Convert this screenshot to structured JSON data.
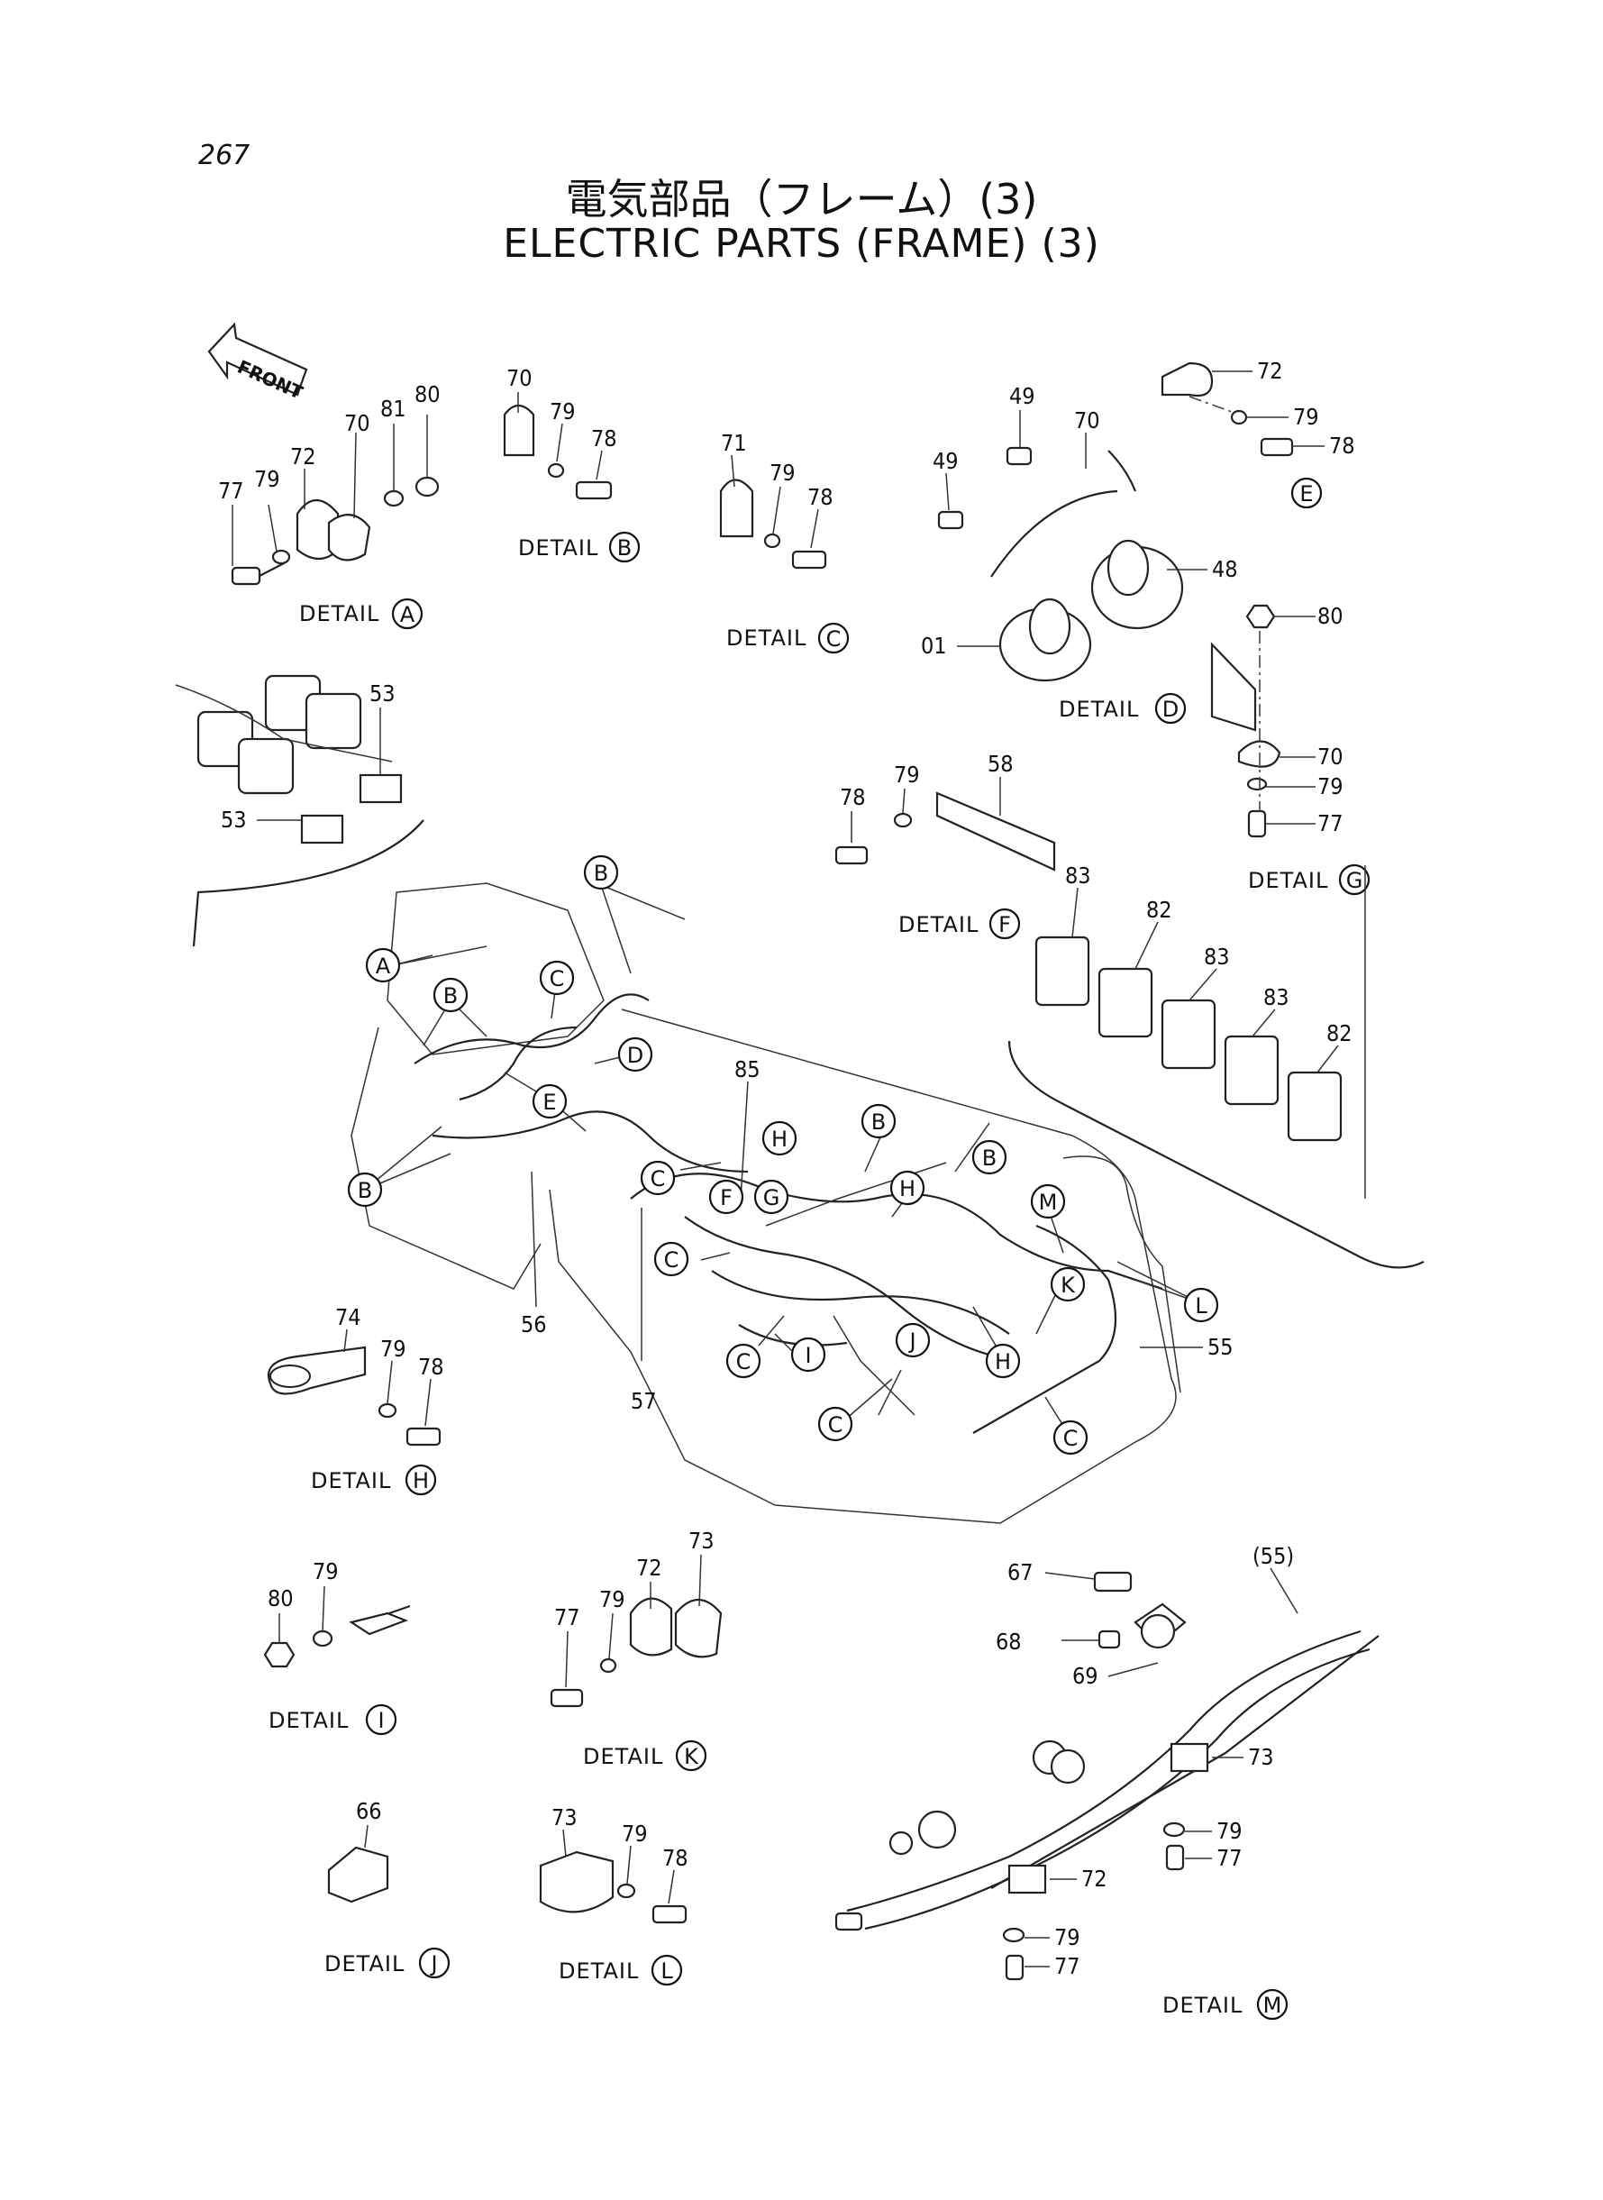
{
  "page_number": "267",
  "title_jp": "電気部品（フレーム）(3)",
  "title_en": "ELECTRIC PARTS (FRAME) (3)",
  "front_label": "FRONT",
  "detail_word": "DETAIL",
  "details": [
    "A",
    "B",
    "C",
    "D",
    "E",
    "F",
    "G",
    "H",
    "I",
    "J",
    "K",
    "L",
    "M"
  ],
  "part_numbers": {
    "detail_a": [
      "77",
      "79",
      "72",
      "70",
      "81",
      "80"
    ],
    "detail_b": [
      "70",
      "79",
      "78"
    ],
    "detail_c": [
      "71",
      "79",
      "78"
    ],
    "detail_d": [
      "49",
      "49",
      "70",
      "48",
      "01"
    ],
    "detail_e": [
      "72",
      "79",
      "78"
    ],
    "detail_f": [
      "78",
      "79",
      "58"
    ],
    "detail_g": [
      "80",
      "70",
      "79",
      "77"
    ],
    "detail_h": [
      "74",
      "79",
      "78"
    ],
    "detail_i": [
      "80",
      "79"
    ],
    "detail_j": [
      "66"
    ],
    "detail_k": [
      "77",
      "79",
      "72",
      "73"
    ],
    "detail_l": [
      "73",
      "79",
      "78"
    ],
    "detail_m": [
      "67",
      "68",
      "69",
      "(55)",
      "73",
      "79",
      "77",
      "72",
      "79",
      "77"
    ],
    "main": [
      "53",
      "53",
      "85",
      "56",
      "57",
      "55",
      "83",
      "82",
      "83",
      "83",
      "82"
    ]
  }
}
